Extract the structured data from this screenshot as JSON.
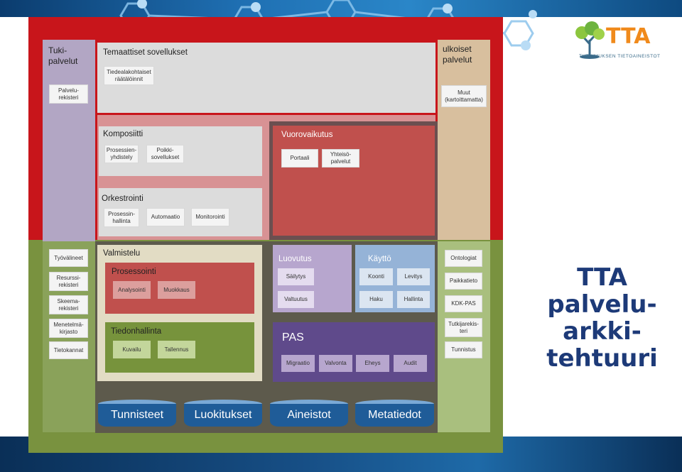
{
  "logo": {
    "name": "TTA",
    "subtitle": "TUTKIMUKSEN TIETOAINEISTOT",
    "icon": "tree-icon"
  },
  "slide_title": {
    "line1": "TTA",
    "line2": "palvelu-",
    "line3": "arkki-",
    "line4": "tehtuuri"
  },
  "left_column": {
    "title_1": "Tuki-",
    "title_2": "palvelut",
    "top_box": "Palvelu-rekisteri",
    "items": [
      "Työvälineet",
      "Resurssi-rekisteri",
      "Skeema-rekisteri",
      "Menetelmä-kirjasto",
      "Tietokannat"
    ]
  },
  "right_column": {
    "title_1": "ulkoiset",
    "title_2": "palvelut",
    "top_box_1": "Muut",
    "top_box_2": "(kartoittamatta)",
    "items": [
      "Ontologiat",
      "Paikkatieto",
      "KDK-PAS",
      "Tutkijarekis-teri",
      "Tunnistus"
    ]
  },
  "teemat": {
    "title": "Temaattiset sovellukset",
    "item_1": "Tiedealakohtaiset",
    "item_2": "räätälöinnit"
  },
  "komposiitti": {
    "title": "Komposiitti",
    "items": [
      "Prosessien-yhdistely",
      "Poikki-sovellukset"
    ]
  },
  "orkestrointi": {
    "title": "Orkestrointi",
    "items": [
      "Prosessin-hallinta",
      "Automaatio",
      "Monitorointi"
    ]
  },
  "vuorovaikutus": {
    "title": "Vuorovaikutus",
    "items": [
      "Portaali",
      "Yhteisö-palvelut"
    ]
  },
  "valmistelu": {
    "title": "Valmistelu",
    "prosessointi": {
      "title": "Prosessointi",
      "items": [
        "Analysointi",
        "Muokkaus"
      ]
    },
    "tiedonhallinta": {
      "title": "Tiedonhallinta",
      "items": [
        "Kuvailu",
        "Tallennus"
      ]
    }
  },
  "luovutus": {
    "title": "Luovutus",
    "items": [
      "Säilytys",
      "Valtuutus"
    ]
  },
  "kaytto": {
    "title": "Käyttö",
    "items": [
      "Koonti",
      "Levitys",
      "Haku",
      "Hallinta"
    ]
  },
  "pas": {
    "title": "PAS",
    "items": [
      "Migraatio",
      "Valvonta",
      "Eheys",
      "Audit"
    ]
  },
  "storage": [
    "Tunnisteet",
    "Luokitukset",
    "Aineistot",
    "Metatiedot"
  ],
  "colors": {
    "red": "#c8151b",
    "green": "#79923f",
    "blue": "#1d3a78"
  }
}
